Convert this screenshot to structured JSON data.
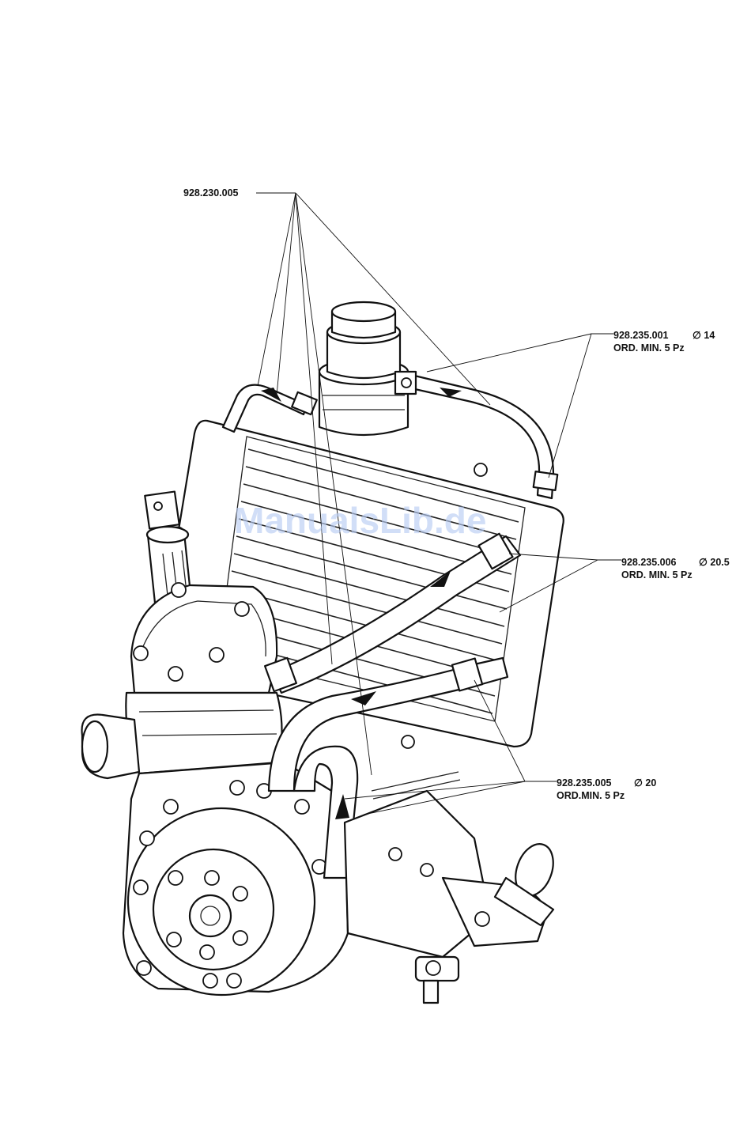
{
  "callouts": {
    "hose_bundle": {
      "code": "928.230.005"
    },
    "hose_14": {
      "code": "928.235.001",
      "size": "∅ 14",
      "order": "ORD. MIN. 5 Pz"
    },
    "hose_20_5": {
      "code": "928.235.006",
      "size": "∅ 20.5",
      "order": "ORD. MIN. 5 Pz"
    },
    "hose_20": {
      "code": "928.235.005",
      "size": "∅ 20",
      "order": "ORD.MIN. 5 Pz"
    }
  },
  "watermark": "ManualsLib.de"
}
